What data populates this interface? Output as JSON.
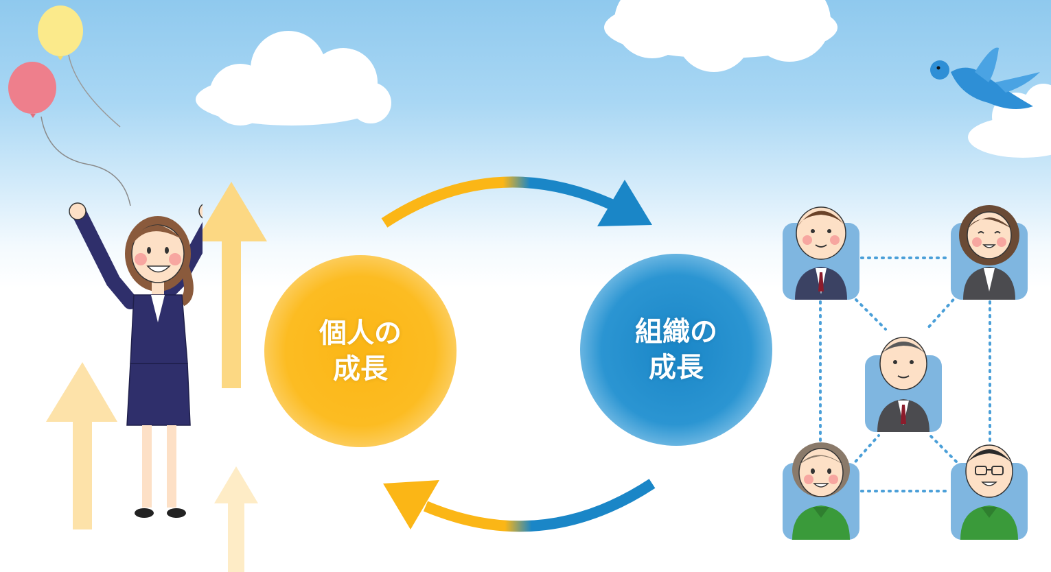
{
  "personal_growth": {
    "line1": "個人の",
    "line2": "成長"
  },
  "organization_growth": {
    "line1": "組織の",
    "line2": "成長"
  },
  "colors": {
    "personal": "#fbb616",
    "organization": "#1a86c7",
    "growth_arrow": "#fcd883",
    "sky": "#8fc9ee"
  }
}
